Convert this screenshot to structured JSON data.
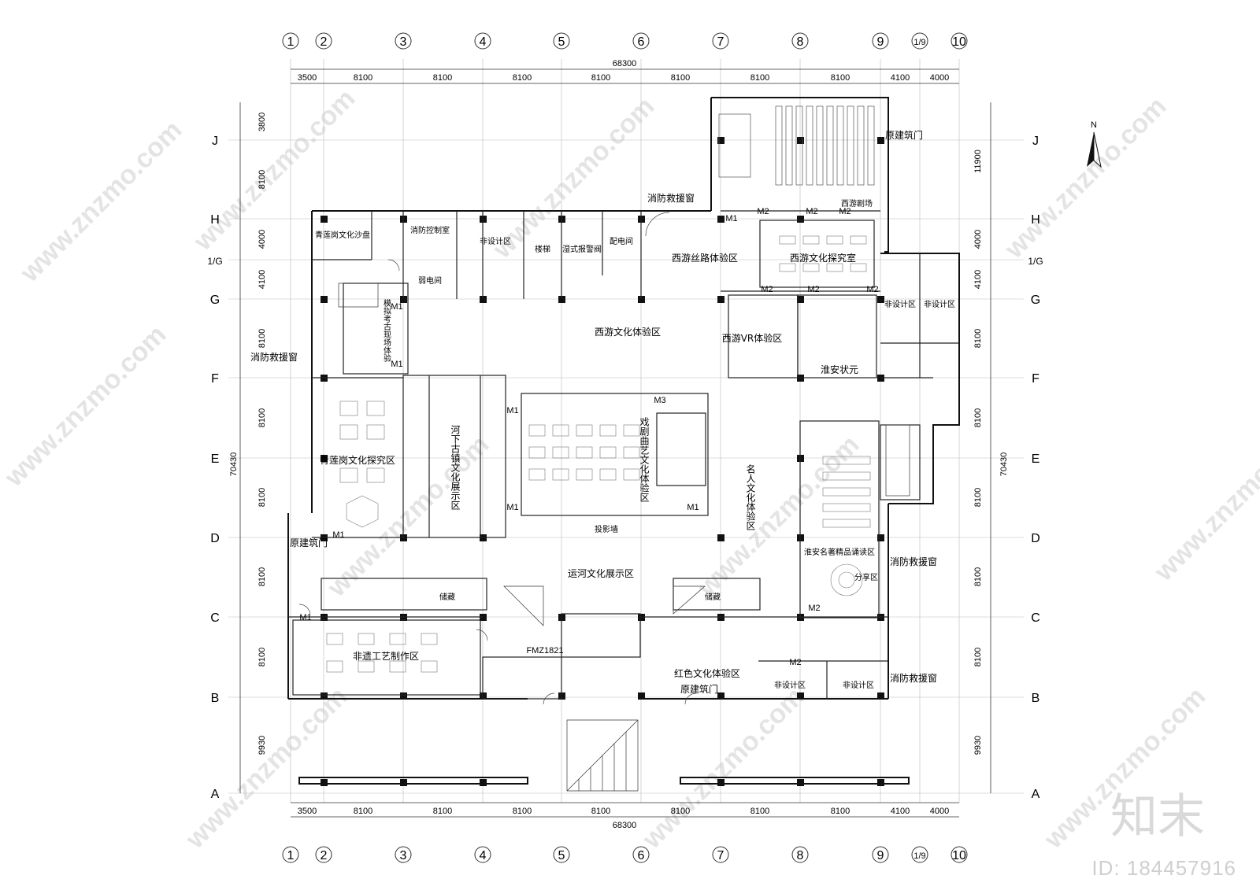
{
  "axes": {
    "columns": [
      "1",
      "2",
      "3",
      "4",
      "5",
      "6",
      "7",
      "8",
      "9",
      "1/9",
      "10"
    ],
    "rows": [
      "J",
      "H",
      "1/G",
      "G",
      "F",
      "E",
      "D",
      "C",
      "B",
      "A"
    ]
  },
  "dimensions": {
    "overall": "68300",
    "spans": [
      "3500",
      "8100",
      "8100",
      "8100",
      "8100",
      "8100",
      "8100",
      "8100",
      "4100",
      "4000"
    ],
    "left_total": "70430",
    "right_total": "70430",
    "left_spans": [
      "3800",
      "8100",
      "4000",
      "4100",
      "8100",
      "8100",
      "8100",
      "8100",
      "8100",
      "9930"
    ],
    "right_spans": [
      "11900",
      "4000",
      "4100",
      "8100",
      "8100",
      "8100",
      "8100",
      "8100",
      "9930"
    ]
  },
  "compass": "N",
  "rooms": {
    "qinglian": "青莲岗文化探究区",
    "qinglian_sand": "青莲岗文化沙盘",
    "weak_room": "弱电间",
    "fire_room": "消防控制室",
    "stair": "楼梯",
    "water_room": "湿式报警阀",
    "power_room": "配电间",
    "archaeology": "模拟考古现场体验",
    "canal_town": "河下古镇文化展示区",
    "opera": "戏剧曲艺文化体验区",
    "xiyou_exp": "西游文化体验区",
    "xiyou_silk": "西游丝路体验区",
    "xiyou_research": "西游文化探究室",
    "xiyou_vr": "西游VR体验区",
    "xiyou_theater": "西游剧场",
    "huaian_zhuangyuan": "淮安状元",
    "famous": "名人文化体验区",
    "reading": "淮安名著精品诵读区",
    "share": "分享区",
    "canal_show": "运河文化展示区",
    "craft": "非遗工艺制作区",
    "red_culture": "红色文化体验区",
    "storage": "储藏",
    "projection": "投影墙",
    "design_only": "非设计区"
  },
  "labels": {
    "fire_window_top": "消防救援窗",
    "fire_window_left": "消防救援窗",
    "fire_window_right1": "消防救援窗",
    "fire_window_right2": "消防救援窗",
    "original_door_top": "原建筑门",
    "original_door_left": "原建筑门",
    "original_door_bottom": "原建筑门",
    "door_fm": "FMZ1821",
    "door_m1": "M1",
    "door_m2": "M2",
    "door_m3": "M3"
  },
  "watermark": {
    "site": "www.znzmo.com",
    "brand": "知末",
    "id": "ID: 184457916"
  }
}
